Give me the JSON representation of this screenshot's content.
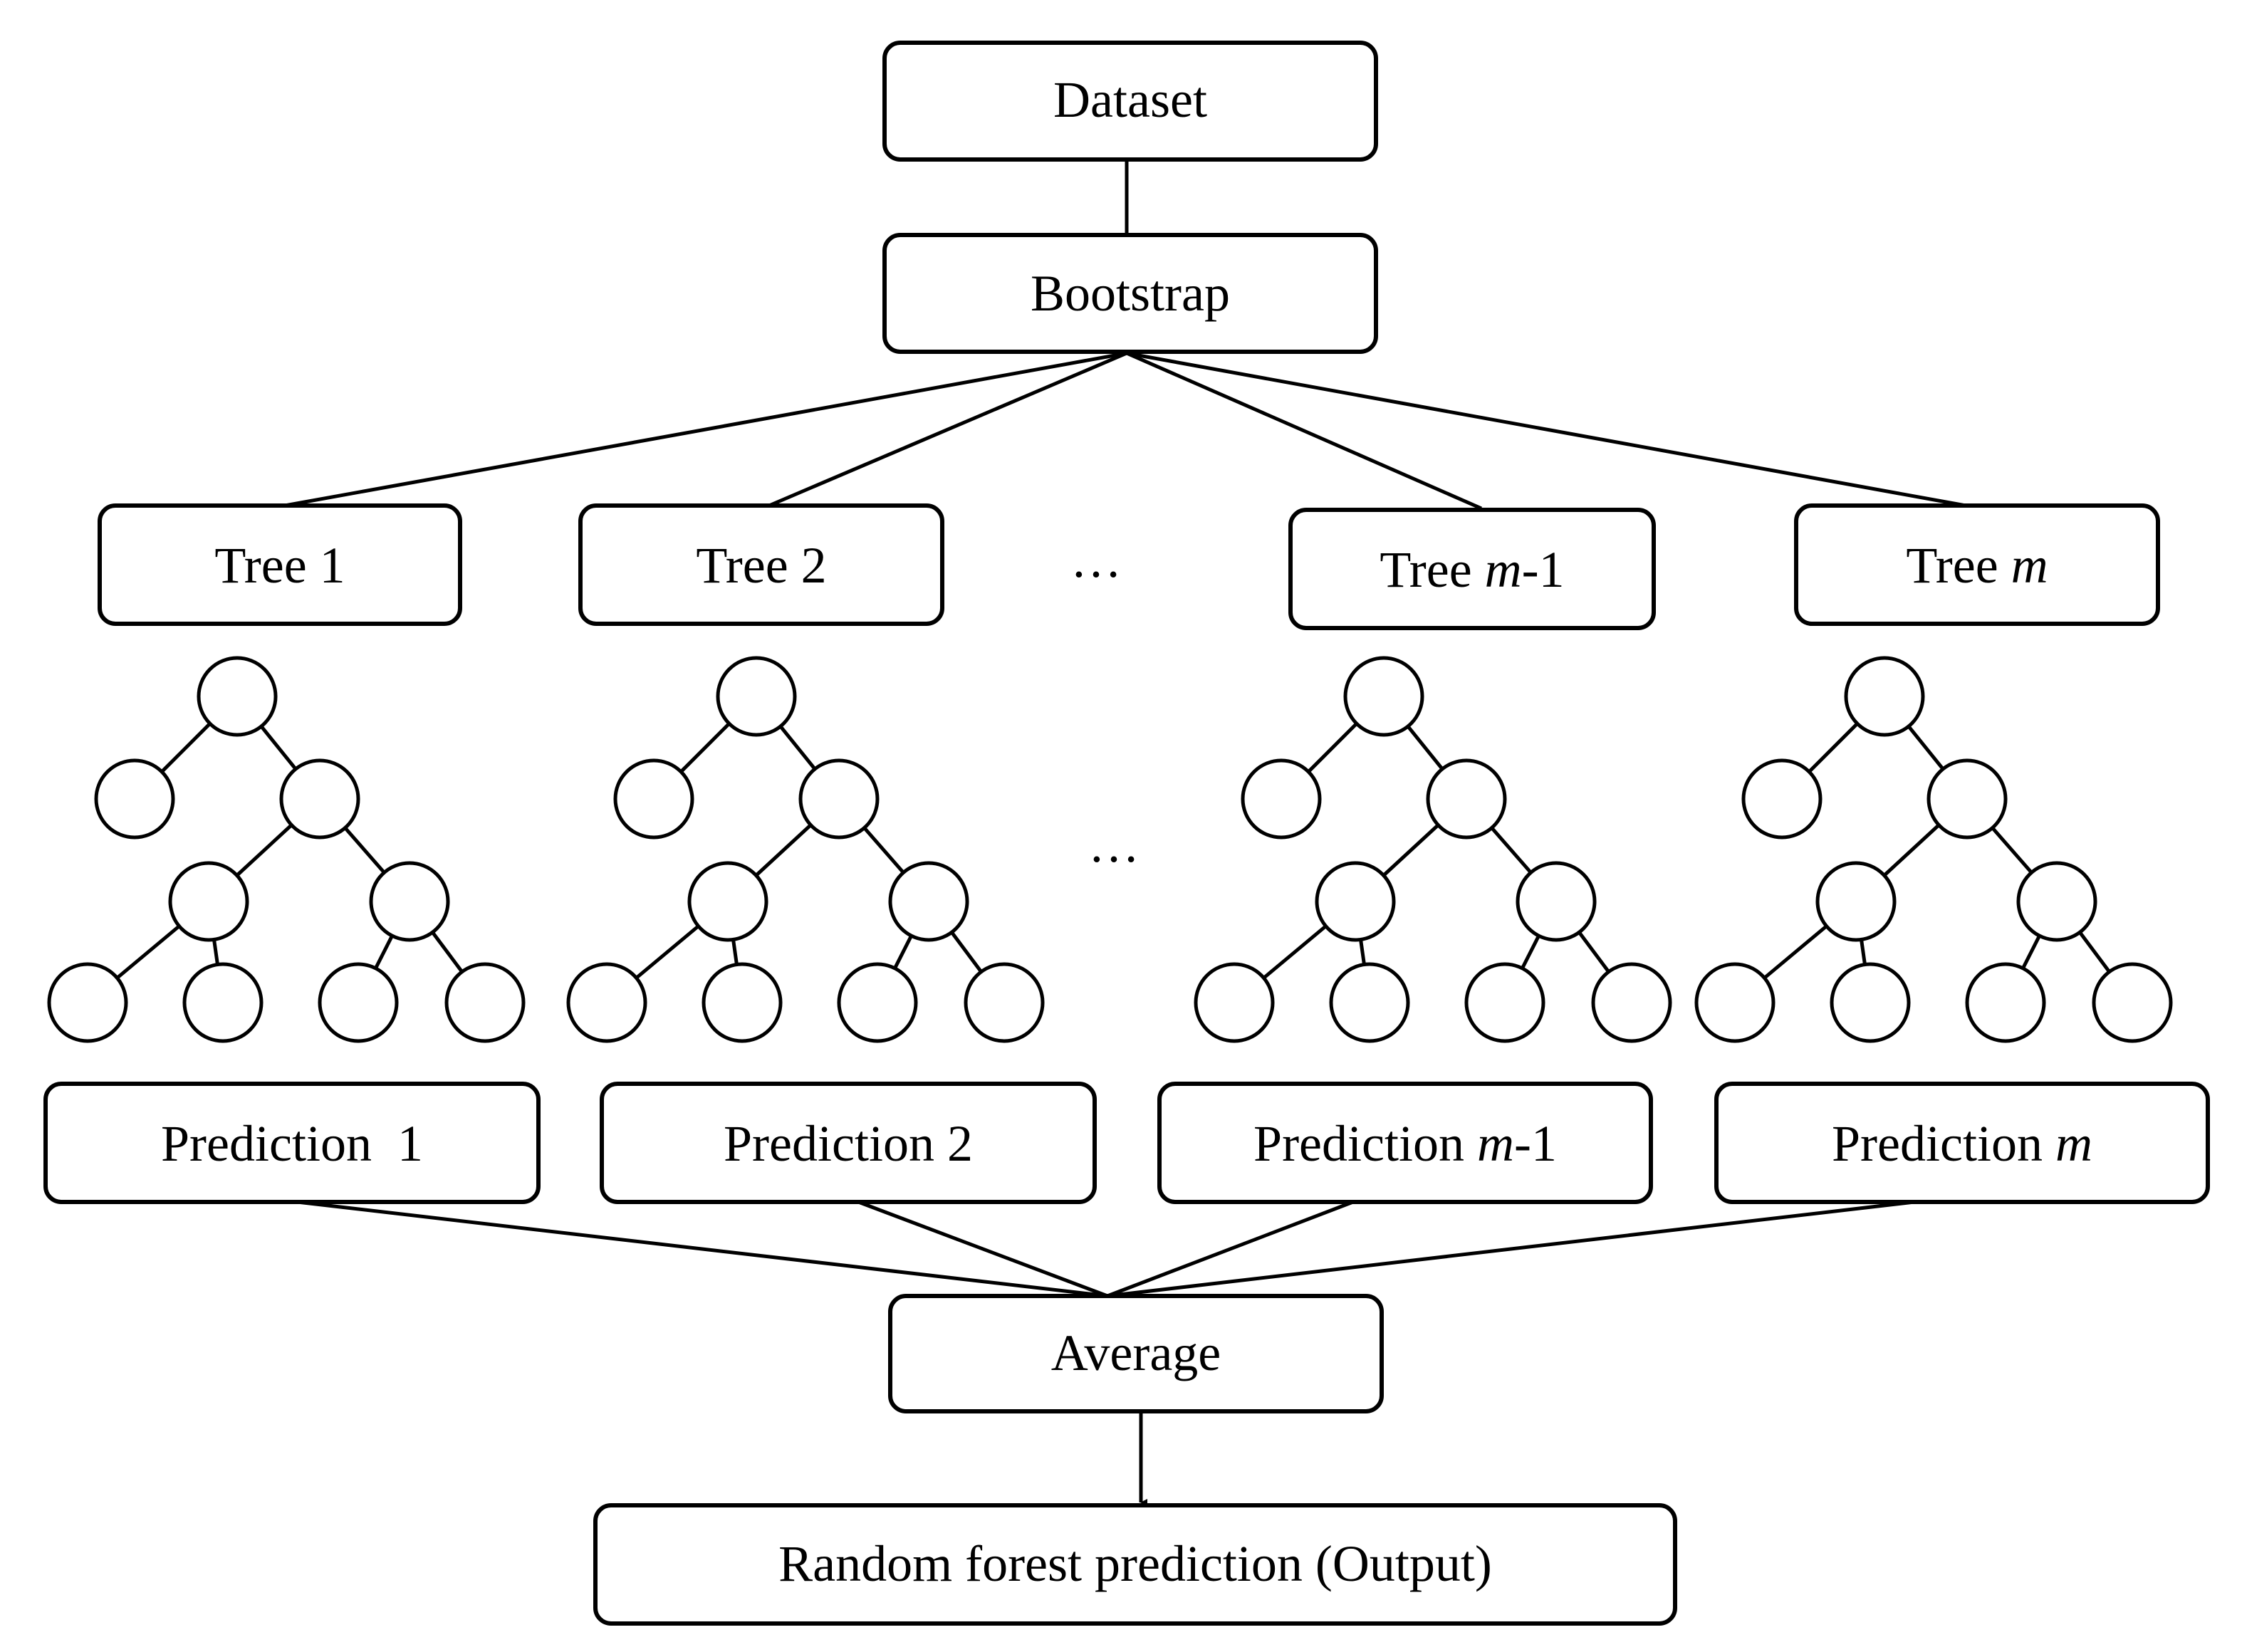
{
  "dataset": {
    "label": "Dataset"
  },
  "bootstrap": {
    "label": "Bootstrap"
  },
  "trees": [
    {
      "prefix": "Tree 1",
      "var": "",
      "suffix": ""
    },
    {
      "prefix": "Tree 2",
      "var": "",
      "suffix": ""
    },
    {
      "prefix": "Tree ",
      "var": "m",
      "suffix": "-1"
    },
    {
      "prefix": "Tree ",
      "var": "m",
      "suffix": ""
    }
  ],
  "predictions": [
    {
      "prefix": "Prediction  1",
      "var": "",
      "suffix": ""
    },
    {
      "prefix": "Prediction 2",
      "var": "",
      "suffix": ""
    },
    {
      "prefix": "Prediction ",
      "var": "m",
      "suffix": "-1"
    },
    {
      "prefix": "Prediction ",
      "var": "m",
      "suffix": ""
    }
  ],
  "ellipsis": "…",
  "average": {
    "label": "Average"
  },
  "output": {
    "label": "Random forest prediction (Output)"
  }
}
